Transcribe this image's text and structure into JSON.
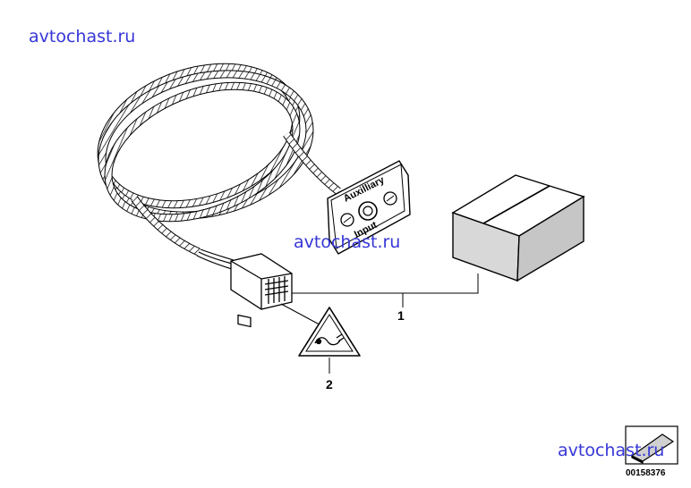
{
  "watermarks": {
    "top_left": "avtochast.ru",
    "center": "avtochast.ru",
    "bottom_right": "avtochast.ru"
  },
  "panel_label": {
    "line1": "Auxilliary",
    "line2": "Input"
  },
  "callouts": {
    "item1": "1",
    "item2": "2"
  },
  "document_number": "00158376"
}
